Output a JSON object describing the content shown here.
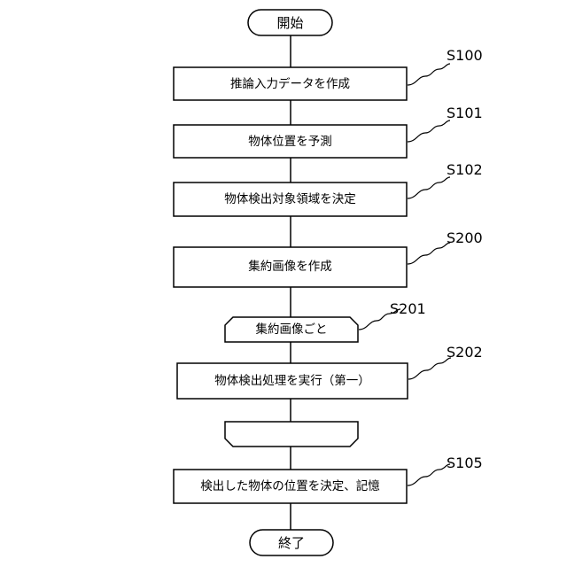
{
  "flowchart": {
    "start": "開始",
    "end": "終了",
    "steps": [
      {
        "id": "S100",
        "text": "推論入力データを作成"
      },
      {
        "id": "S101",
        "text": "物体位置を予測"
      },
      {
        "id": "S102",
        "text": "物体検出対象領域を決定"
      },
      {
        "id": "S200",
        "text": "集約画像を作成"
      },
      {
        "id": "S201",
        "text": "集約画像ごと"
      },
      {
        "id": "S202",
        "text": "物体検出処理を実行（第一）"
      },
      {
        "id": "",
        "text": ""
      },
      {
        "id": "S105",
        "text": "検出した物体の位置を決定、記憶"
      }
    ]
  }
}
